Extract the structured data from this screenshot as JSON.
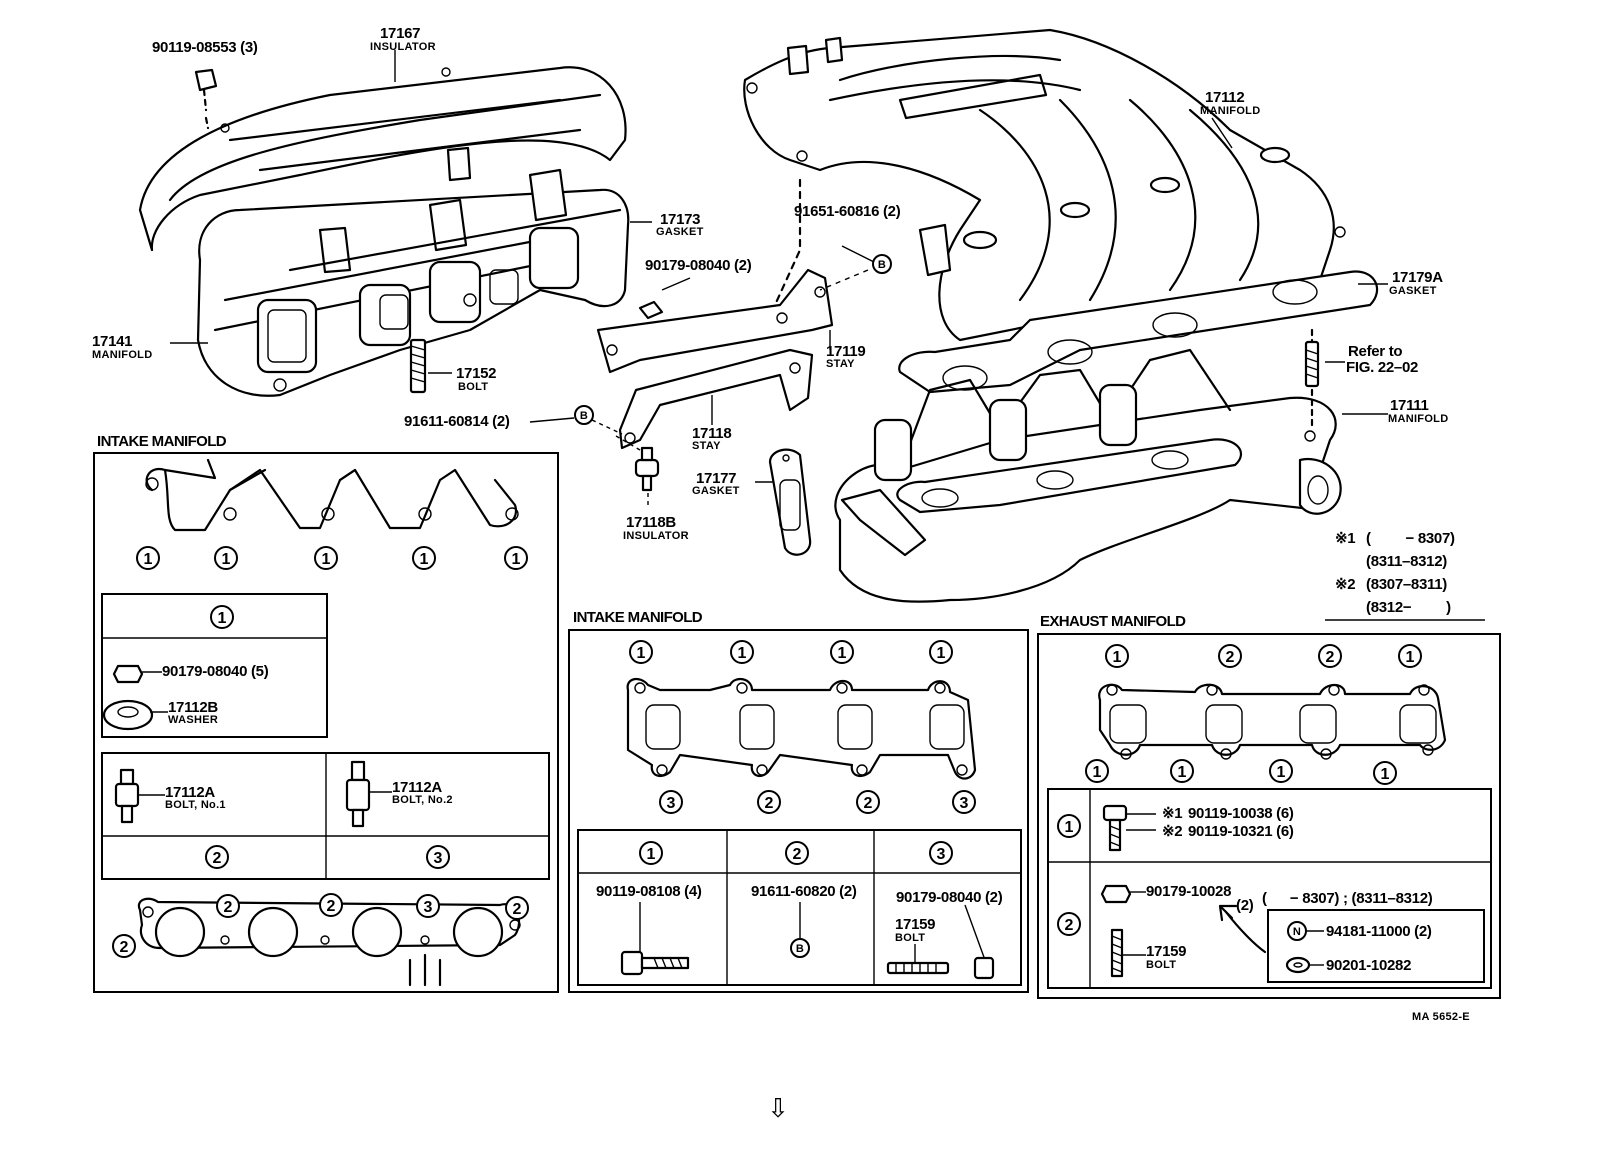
{
  "parts": {
    "insulator_bolt": "90119-08553 (3)",
    "insulator_no": "17167",
    "insulator_name": "INSULATOR",
    "gasket_17173_no": "17173",
    "gasket_17173_name": "GASKET",
    "nut_90179": "90179-08040 (2)",
    "manifold_17141_no": "17141",
    "manifold_17141_name": "MANIFOLD",
    "bolt_17152_no": "17152",
    "bolt_17152_name": "BOLT",
    "bolt_91611": "91611-60814 (2)",
    "stay_17118_no": "17118",
    "stay_17118_name": "STAY",
    "insulator_17118b_no": "17118B",
    "insulator_17118b_name": "INSULATOR",
    "gasket_17177_no": "17177",
    "gasket_17177_name": "GASKET",
    "bolt_91651": "91651-60816 (2)",
    "stay_17119_no": "17119",
    "stay_17119_name": "STAY",
    "manifold_17112_no": "17112",
    "manifold_17112_name": "MANIFOLD",
    "gasket_17179a_no": "17179A",
    "gasket_17179a_name": "GASKET",
    "refer_line1": "Refer to",
    "refer_line2": "FIG. 22–02",
    "manifold_17111_no": "17111",
    "manifold_17111_name": "MANIFOLD",
    "marker_b": "B"
  },
  "legend": {
    "row1_mark": "※1",
    "row1_text": "(         − 8307)",
    "row2_text": "(8311–8312)",
    "row3_mark": "※2",
    "row3_text": "(8307–8311)",
    "row4_text": "(8312−         )"
  },
  "panel_left": {
    "title": "INTAKE MANIFOLD",
    "c1": "1",
    "c2": "2",
    "c3": "3",
    "nut": "90179-08040 (5)",
    "washer_no": "17112B",
    "washer_name": "WASHER",
    "bolt1_no": "17112A",
    "bolt1_name": "BOLT, No.1",
    "bolt2_no": "17112A",
    "bolt2_name": "BOLT, No.2"
  },
  "panel_mid": {
    "title": "INTAKE MANIFOLD",
    "c1": "1",
    "c2": "2",
    "c3": "3",
    "col1_part": "90119-08108 (4)",
    "col2_part": "91611-60820 (2)",
    "col3_part": "90179-08040 (2)",
    "col3_bolt_no": "17159",
    "col3_bolt_name": "BOLT",
    "marker_b": "B"
  },
  "panel_right": {
    "title": "EXHAUST MANIFOLD",
    "c1": "1",
    "c2": "2",
    "mark1": "※1",
    "part1": "90119-10038 (6)",
    "mark2": "※2",
    "part2": "90119-10321 (6)",
    "part3": "90179-10028",
    "part3_range": "(      − 8307) ; (8311–8312)",
    "part3_qty": "(2)",
    "bolt_no": "17159",
    "bolt_name": "BOLT",
    "n_mark": "N",
    "part4": "94181-11000 (2)",
    "part5": "90201-10282"
  },
  "figure_code": "MA 5652-E",
  "nav_arrow": "⇩"
}
